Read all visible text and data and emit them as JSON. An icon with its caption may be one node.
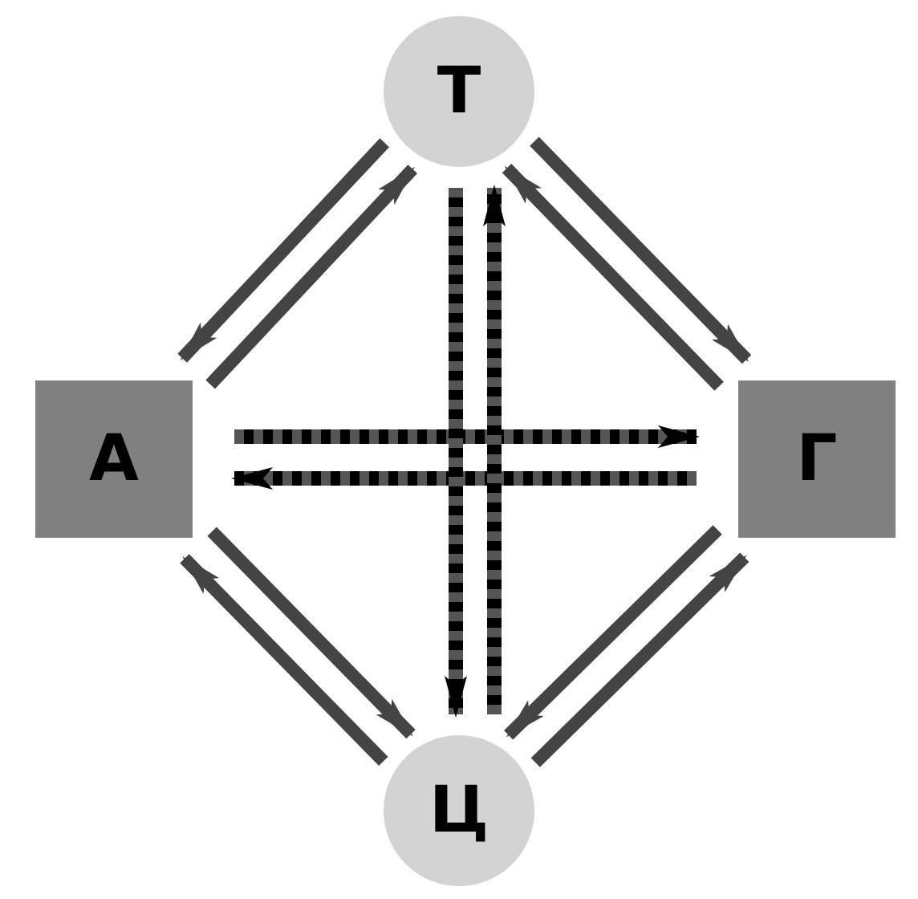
{
  "diagram": {
    "nodes": [
      {
        "text": [
          "Т"
        ]
      },
      {
        "text": [
          "А"
        ]
      },
      {
        "text": [
          "Г"
        ]
      },
      {
        "text": [
          "Ц"
        ]
      }
    ],
    "edges": [
      {
        "from": 0,
        "to": 1,
        "arrow": "to"
      },
      {
        "from": 1,
        "to": 0,
        "arrow": "to"
      },
      {
        "from": 0,
        "to": 2,
        "arrow": "to"
      },
      {
        "from": 2,
        "to": 0,
        "arrow": "to"
      },
      {
        "from": 1,
        "to": 3,
        "arrow": "to"
      },
      {
        "from": 3,
        "to": 1,
        "arrow": "to"
      },
      {
        "from": 2,
        "to": 3,
        "arrow": "to"
      },
      {
        "from": 3,
        "to": 2,
        "arrow": "to"
      },
      {
        "from": 1,
        "to": 2,
        "arrow": "to",
        "style": "dashed"
      },
      {
        "from": 2,
        "to": 1,
        "arrow": "to",
        "style": "dashed"
      },
      {
        "from": 0,
        "to": 3,
        "arrow": "to",
        "style": "dashed"
      },
      {
        "from": 3,
        "to": 0,
        "arrow": "to",
        "style": "dashed"
      }
    ]
  }
}
